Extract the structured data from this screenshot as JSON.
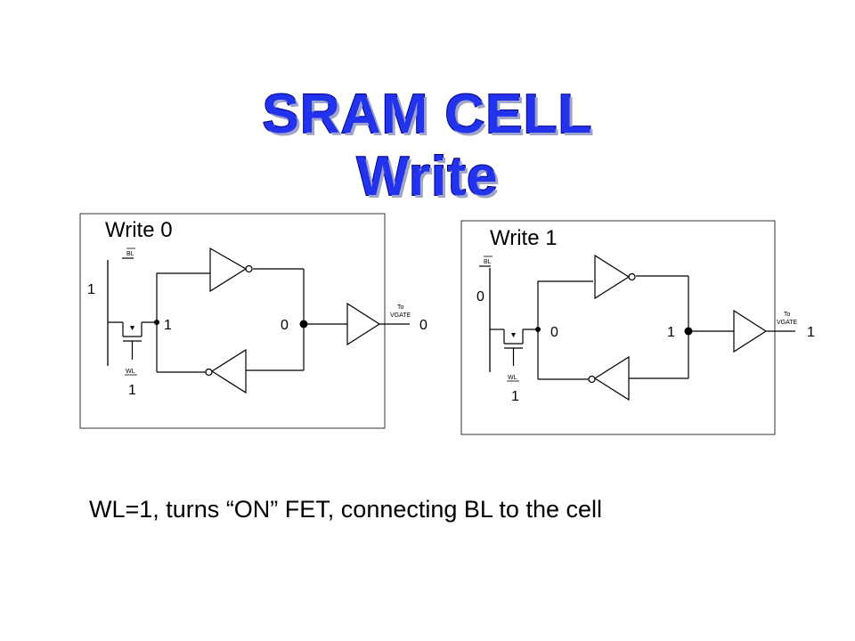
{
  "title": {
    "line1": "SRAM CELL",
    "line2": "Write"
  },
  "panels": [
    {
      "header": "Write 0",
      "bl_label": "BL",
      "bl_value": "1",
      "wl_label": "WL",
      "wl_value": "1",
      "left_node": "1",
      "right_node": "0",
      "out_label_top": "To",
      "out_label_bottom": "VGATE",
      "out_value": "0"
    },
    {
      "header": "Write 1",
      "bl_label": "BL",
      "bl_value": "0",
      "wl_label": "WL",
      "wl_value": "1",
      "left_node": "0",
      "right_node": "1",
      "out_label_top": "To",
      "out_label_bottom": "VGATE",
      "out_value": "1"
    }
  ],
  "caption": "WL=1, turns “ON” FET, connecting BL to the cell"
}
